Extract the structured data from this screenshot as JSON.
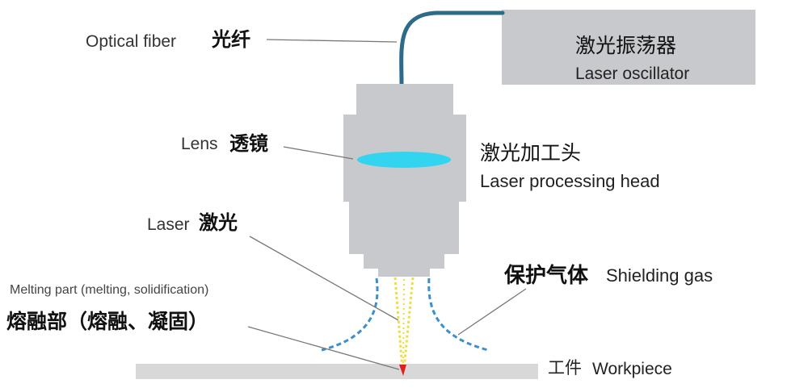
{
  "labels": {
    "optical_fiber": {
      "en": "Optical fiber",
      "zh": "光纤"
    },
    "oscillator": {
      "zh": "激光振荡器",
      "en": "Laser oscillator"
    },
    "lens": {
      "en": "Lens",
      "zh": "透镜"
    },
    "processing_head": {
      "zh": "激光加工头",
      "en": "Laser processing head"
    },
    "laser": {
      "en": "Laser",
      "zh": "激光"
    },
    "shielding_gas": {
      "zh": "保护气体",
      "en": "Shielding gas"
    },
    "melting_part": {
      "en": "Melting part (melting, solidification)",
      "zh": "熔融部（熔融、凝固）"
    },
    "workpiece": {
      "zh": "工件",
      "en": "Workpiece"
    }
  },
  "colors": {
    "head_body": "#c8c9cc",
    "oscillator_box": "#c8c9cc",
    "fiber": "#2e6b8a",
    "lens": "#33d4f0",
    "laser_beam": "#f0dc3c",
    "gas_flow": "#3a8fcc",
    "melt_point": "#e02020",
    "workpiece": "#d8d8d8",
    "leader_line": "#777777"
  }
}
